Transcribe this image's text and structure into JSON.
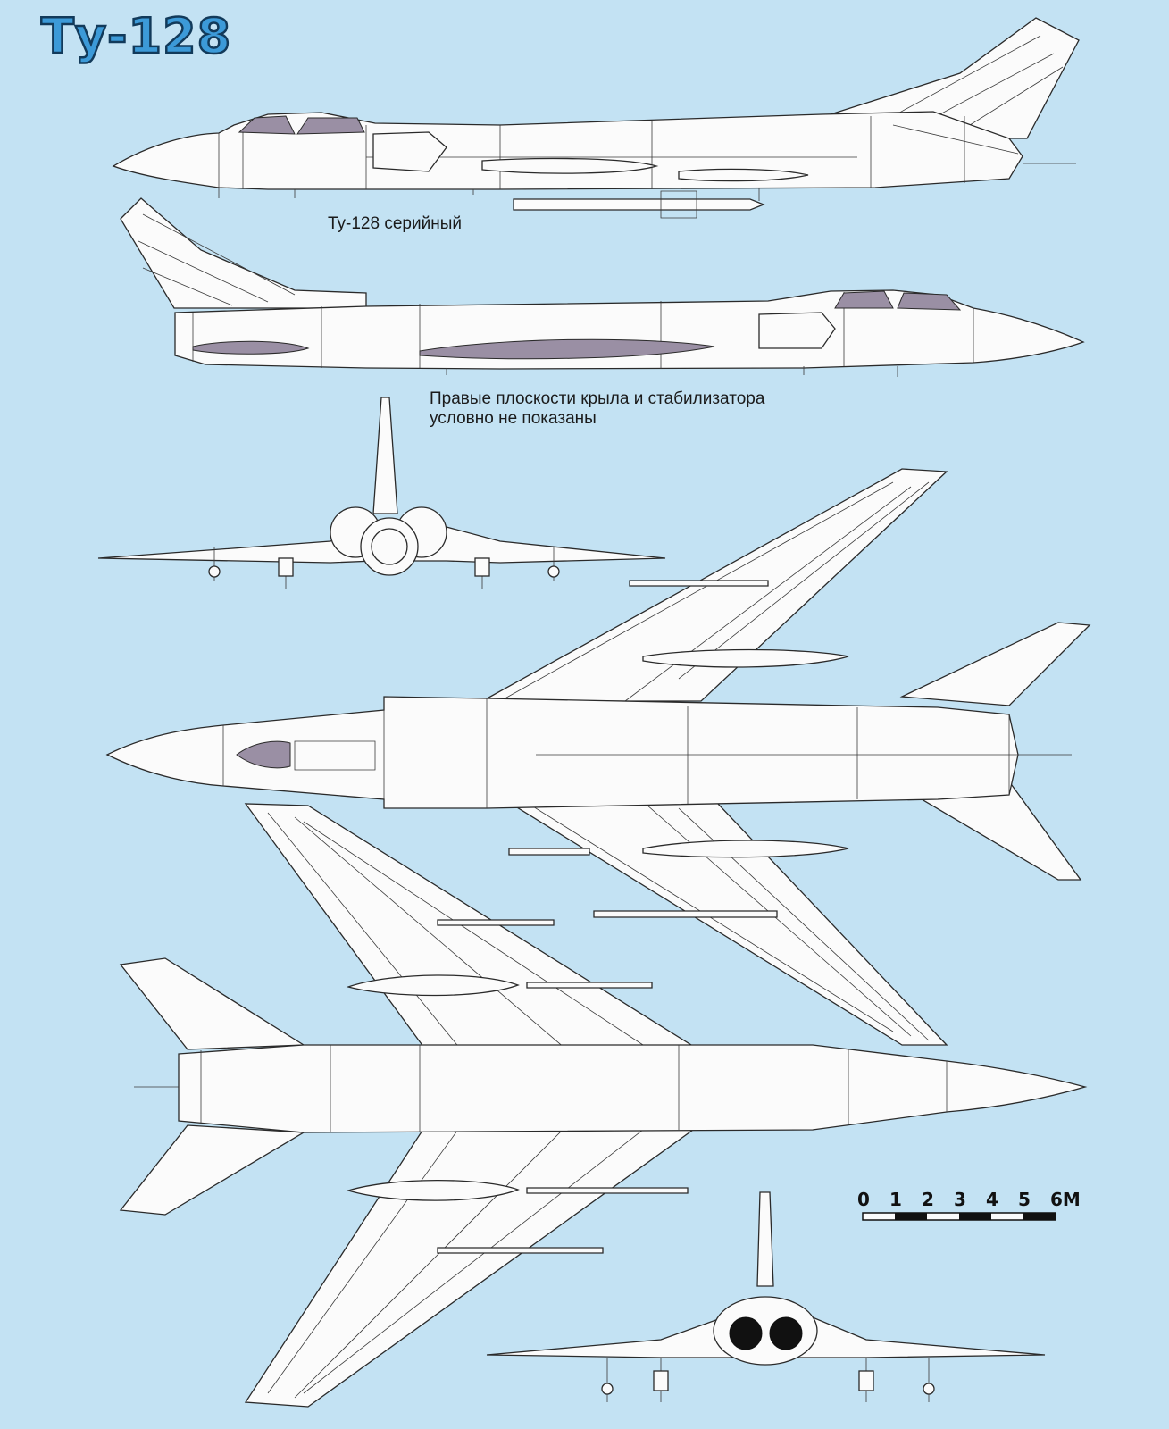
{
  "title": "Ту-128",
  "captions": {
    "serial": "Ту-128 серийный",
    "note_line1": "Правые плоскости крыла и стабилизатора",
    "note_line2": "условно не показаны"
  },
  "scale": {
    "labels": [
      "0",
      "1",
      "2",
      "3",
      "4",
      "5",
      "6М"
    ]
  },
  "colors": {
    "background": "#c3e2f3",
    "title_fill": "#3c9ad8",
    "title_outline": "#123a5a",
    "canopy": "#9a8fa4",
    "line": "#2a2a2a"
  }
}
